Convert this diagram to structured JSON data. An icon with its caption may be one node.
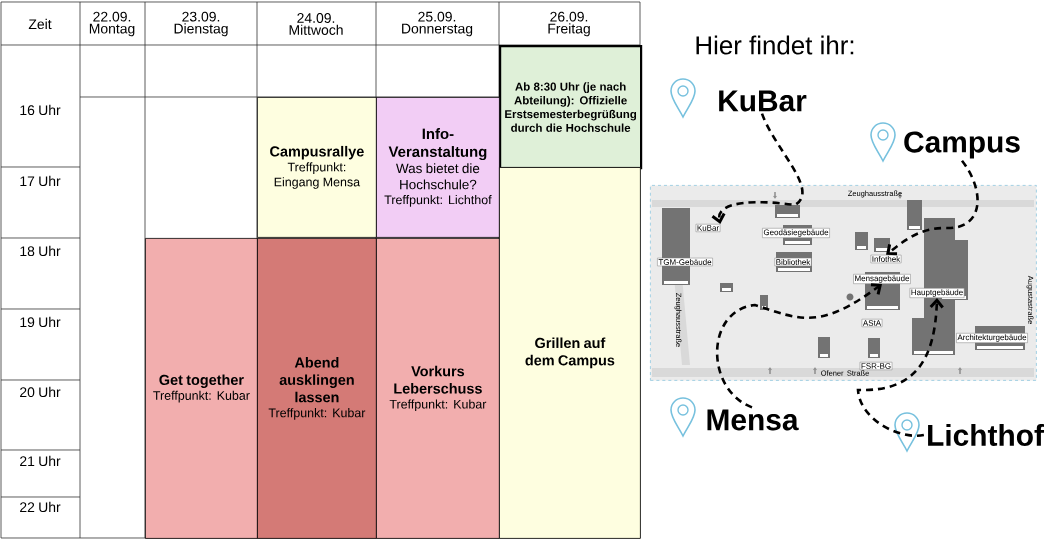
{
  "diagram": {
    "nodes": [
      {
        "text": [
          "Ab 8:30 Uhr (je nach Abteilung): Offizielle Erstsemesterbegrüßung durch die Hochschule"
        ]
      },
      {
        "text": [
          "Campusrallye",
          "Treffpunkt: Eingang Mensa"
        ]
      },
      {
        "text": [
          "Info-Veranstaltung",
          "Was bietet die Hochschule?",
          "Treffpunkt: Lichthof"
        ]
      },
      {
        "text": [
          "Get together",
          "Treffpunkt: Kubar"
        ]
      },
      {
        "text": [
          "Abend ausklingen lassen",
          "Treffpunkt: Kubar"
        ]
      },
      {
        "text": [
          "Vorkurs Leberschuss",
          "Treffpunkt: Kubar"
        ]
      },
      {
        "text": [
          "Grillen auf dem Campus"
        ]
      },
      {
        "text": [
          "KuBar"
        ]
      },
      {
        "text": [
          "Campus"
        ]
      },
      {
        "text": [],
        "shape": "picture"
      },
      {
        "text": [
          "KuBar"
        ],
        "in": 9
      },
      {
        "text": [
          "Geodäsiegebäude"
        ],
        "in": 9
      },
      {
        "text": [
          "TGM-Gebäude"
        ],
        "in": 9
      },
      {
        "text": [
          "Bibliothek"
        ],
        "in": 9
      },
      {
        "text": [
          "Infothek"
        ],
        "in": 9
      },
      {
        "text": [
          "Mensagebäude"
        ],
        "in": 9
      },
      {
        "text": [
          "Hauptgebäude"
        ],
        "in": 9
      },
      {
        "text": [
          "AStA"
        ],
        "in": 9
      },
      {
        "text": [
          "Architekturgebäude"
        ],
        "in": 9
      },
      {
        "text": [
          "FSR-BG"
        ],
        "in": 9
      },
      {
        "text": [
          "Mensa"
        ]
      },
      {
        "text": [
          "Lichthof"
        ]
      }
    ],
    "edges": [
      {
        "from": 7,
        "to": 10,
        "arrow": "to",
        "style": "dashed"
      },
      {
        "from": 8,
        "to": 14,
        "arrow": "to",
        "style": "dashed"
      },
      {
        "from": 20,
        "to": 15,
        "arrow": "to",
        "style": "dashed"
      },
      {
        "from": 21,
        "to": 16,
        "arrow": "to",
        "style": "dashed"
      }
    ],
    "labels": [
      "Zeit",
      "22.09. Montag",
      "23.09. Dienstag",
      "24.09. Mittwoch",
      "25.09. Donnerstag",
      "26.09. Freitag",
      "16 Uhr",
      "17 Uhr",
      "18 Uhr",
      "19 Uhr",
      "20 Uhr",
      "21 Uhr",
      "22 Uhr",
      "Hier findet ihr:",
      "Zeughausstraße",
      "Zeughausstraße",
      "Augustastraße",
      "Ofener Straße"
    ]
  }
}
